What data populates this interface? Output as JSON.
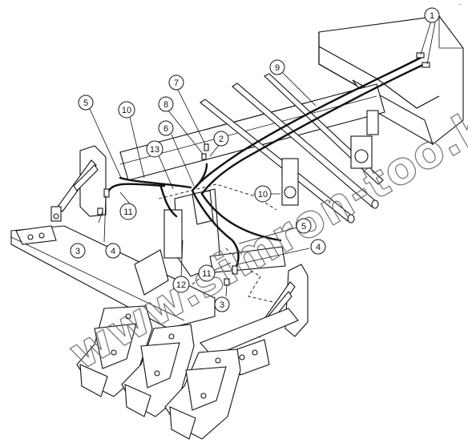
{
  "diagram": {
    "corner_mark": "~",
    "watermark": "www.simron-too.kz",
    "callouts": [
      {
        "id": "c1",
        "label": "1"
      },
      {
        "id": "c2",
        "label": "2"
      },
      {
        "id": "c3a",
        "label": "3"
      },
      {
        "id": "c3b",
        "label": "3"
      },
      {
        "id": "c4a",
        "label": "4"
      },
      {
        "id": "c4b",
        "label": "4"
      },
      {
        "id": "c5a",
        "label": "5"
      },
      {
        "id": "c5b",
        "label": "5"
      },
      {
        "id": "c6",
        "label": "6"
      },
      {
        "id": "c7",
        "label": "7"
      },
      {
        "id": "c8",
        "label": "8"
      },
      {
        "id": "c9",
        "label": "9"
      },
      {
        "id": "c10a",
        "label": "10"
      },
      {
        "id": "c10b",
        "label": "10"
      },
      {
        "id": "c11a",
        "label": "11"
      },
      {
        "id": "c11b",
        "label": "11"
      },
      {
        "id": "c12",
        "label": "12"
      },
      {
        "id": "c13",
        "label": "13"
      }
    ]
  }
}
